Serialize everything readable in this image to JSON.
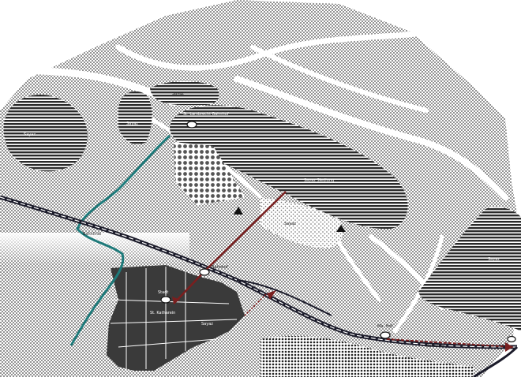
{
  "map": {
    "labels": {
      "area_top": "Sayaz",
      "lake_left": "Sayaz",
      "lake_mid": "Sayaz",
      "station_north": "St. Lambrecht Bahnhof",
      "field_long": "Sayaz Siedlung",
      "field_mid": "Sayaz",
      "railway_label": "Bahnlinie",
      "station_center": "Bahnhof",
      "town": "Stadt",
      "village": "St. Katharein",
      "district": "Sayaz",
      "east_area": "Sayaz",
      "station_east": "Ma. Hof",
      "rail_curve": "Bahnlinie"
    },
    "colors": {
      "background_fill": "#dcdcdc",
      "dark_fill": "#3a3a3a",
      "stripe_fill": "#2a2a2a",
      "river": "#1e7a7a",
      "route": "#7a1f1f",
      "rail": "#1b1b2a",
      "roads": "#ffffff"
    },
    "icons": [
      "peak-icon",
      "peak-icon",
      "station-marker-icon",
      "arrow-icon"
    ]
  }
}
